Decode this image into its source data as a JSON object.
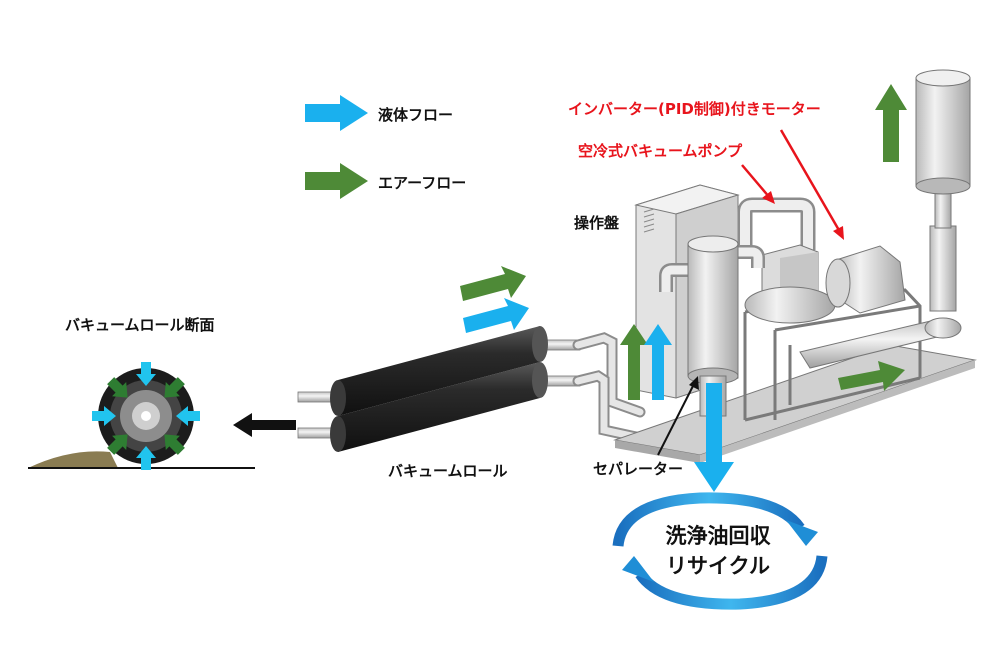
{
  "legend": {
    "liquid_flow": "液体フロー",
    "air_flow": "エアーフロー"
  },
  "labels": {
    "vacuum_roll_section": "バキュームロール断面",
    "vacuum_roll": "バキュームロール",
    "separator": "セパレーター",
    "control_panel": "操作盤",
    "inverter_motor": "インバーター(PID制御)付きモーター",
    "air_cooled_pump": "空冷式バキュームポンプ",
    "recycle_line1": "洗浄油回収",
    "recycle_line2": "リサイクル"
  },
  "colors": {
    "liquid_flow": "#1ab0ee",
    "air_flow": "#4e8a37",
    "callout_red": "#e8141c",
    "recycle_arrow": "#1f8ed6",
    "roll_body": "#2a2a2a",
    "machine_body": "#d6d6d6"
  },
  "icons": {
    "liquid": "blue-right-arrow",
    "air": "green-right-arrow",
    "recycle": "circular-arrows"
  }
}
